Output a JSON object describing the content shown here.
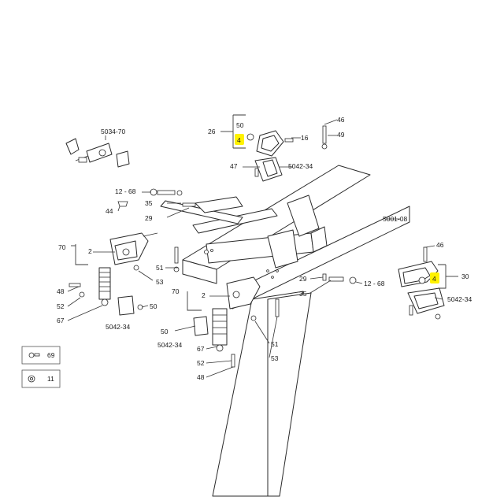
{
  "labels": {
    "l26": "26",
    "l50a": "50",
    "l4a": "4",
    "l16": "16",
    "l46a": "46",
    "l49": "49",
    "l47": "47",
    "l5042a": "5042-34",
    "l503470": "5034-70",
    "l1268a": "12 - 68",
    "l35a": "35",
    "l44": "44",
    "l29a": "29",
    "l500108": "5001-08",
    "l70a": "70",
    "l2a": "2",
    "l51a": "51",
    "l53a": "53",
    "l48a": "48",
    "l52a": "52",
    "l67a": "67",
    "l50b": "50",
    "l5042b": "5042-34",
    "l70b": "70",
    "l2b": "2",
    "l50c": "50",
    "l5042c": "5042-34",
    "l67b": "67",
    "l52b": "52",
    "l48b": "48",
    "l51b": "51",
    "l53b": "53",
    "l29b": "29",
    "l35b": "35",
    "l1268b": "12 - 68",
    "l46b": "46",
    "l30": "30",
    "l4b": "4",
    "l5042d": "5042-34",
    "l69": "69",
    "l11": "11"
  },
  "highlight_color": "#fff200"
}
